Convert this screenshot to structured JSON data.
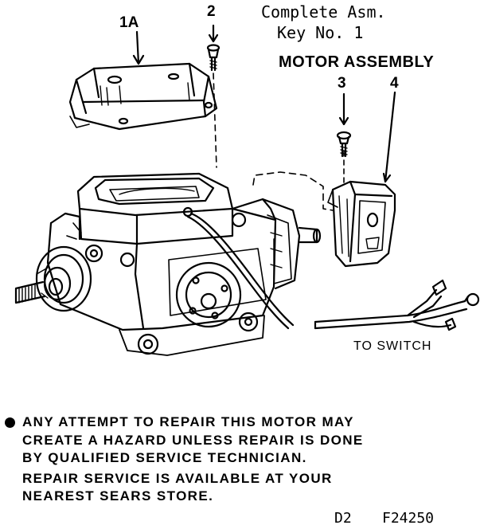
{
  "labels": {
    "key_1a": "1A",
    "key_2": "2",
    "complete_line1": "Complete Asm.",
    "complete_line2": "Key No. 1",
    "assembly_title": "MOTOR ASSEMBLY",
    "key_3": "3",
    "key_4": "4",
    "to_switch": "TO SWITCH"
  },
  "notice": {
    "line1": "ANY ATTEMPT TO REPAIR THIS MOTOR MAY",
    "line2": "CREATE A HAZARD UNLESS REPAIR IS DONE",
    "line3": "BY QUALIFIED SERVICE TECHNICIAN.",
    "line4": "REPAIR SERVICE IS AVAILABLE AT YOUR",
    "line5": "NEAREST SEARS STORE."
  },
  "footer": {
    "page": "D2",
    "figure": "F24250"
  }
}
